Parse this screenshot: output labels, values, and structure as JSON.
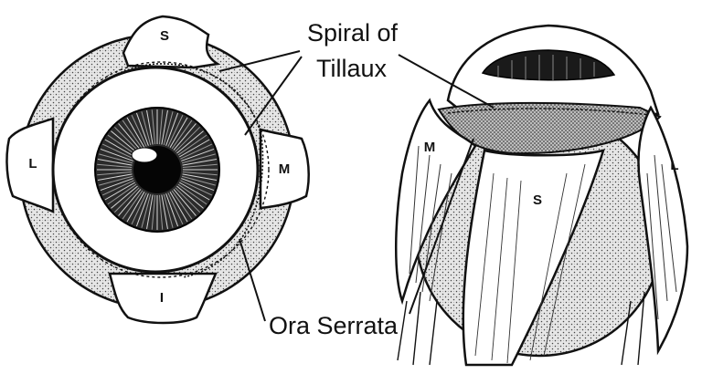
{
  "diagram": {
    "labels": {
      "spiral_line1": "Spiral of",
      "spiral_line2": "Tillaux",
      "ora_serrata": "Ora Serrata"
    },
    "front_view": {
      "muscles": {
        "superior": "S",
        "inferior": "I",
        "lateral": "L",
        "medial": "M"
      }
    },
    "side_view": {
      "muscles": {
        "medial": "M",
        "lateral": "L",
        "superior": "S"
      }
    }
  }
}
